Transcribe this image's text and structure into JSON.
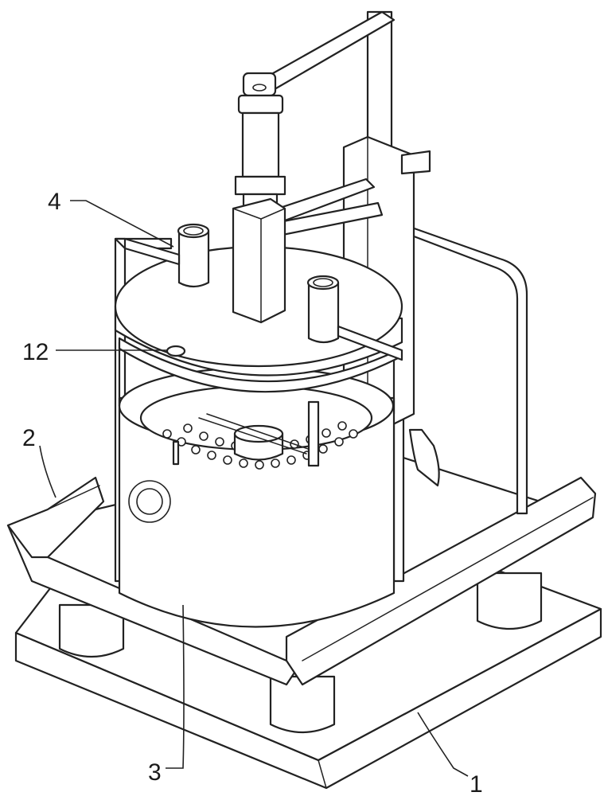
{
  "figure": {
    "type": "patent-line-drawing",
    "callouts": [
      {
        "id": "c1",
        "label": "1"
      },
      {
        "id": "c2",
        "label": "2"
      },
      {
        "id": "c3",
        "label": "3"
      },
      {
        "id": "c4",
        "label": "4"
      },
      {
        "id": "c12",
        "label": "12"
      }
    ]
  }
}
